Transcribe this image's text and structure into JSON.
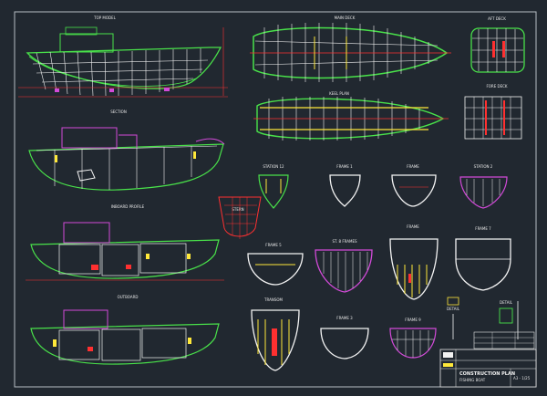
{
  "colors": {
    "background": "#212830",
    "border": "#b8bec4",
    "hull_green": "#49e24a",
    "frame_white": "#f4f4f4",
    "magenta": "#d24ad8",
    "red": "#ff3030",
    "yellow": "#ffe83a",
    "cyan": "#38c8e0",
    "label": "#e6e6e6"
  },
  "views": {
    "profile_top": {
      "label": "TOP MODEL"
    },
    "plan_top": {
      "label": "MAIN DECK"
    },
    "small_plan": {
      "label": "AFT DECK"
    },
    "profile_sect": {
      "label": "SECTION"
    },
    "plan_bottom": {
      "label": "KEEL PLAN"
    },
    "small_frames": {
      "label": "FORE DECK"
    },
    "profile_mid": {
      "label": "INBOARD PROFILE"
    },
    "profile_bottom": {
      "label": "OUTBOARD"
    }
  },
  "sections": [
    {
      "label": "STATION 12"
    },
    {
      "label": "FRAME 1"
    },
    {
      "label": "FRAME"
    },
    {
      "label": "STATION 2"
    },
    {
      "label": "STERN"
    },
    {
      "label": "FRAME 5"
    },
    {
      "label": "ST. 8 FRAMES"
    },
    {
      "label": "FRAME"
    },
    {
      "label": "FRAME 7"
    },
    {
      "label": "TRANSOM"
    },
    {
      "label": "FRAME 3"
    },
    {
      "label": "FRAME 9"
    },
    {
      "label": "DETAIL"
    },
    {
      "label": "DETAIL"
    }
  ],
  "title_block": {
    "title": "CONSTRUCTION PLAN",
    "subtitle": "FISHING BOAT",
    "sheet": "A3 - 1/25"
  }
}
